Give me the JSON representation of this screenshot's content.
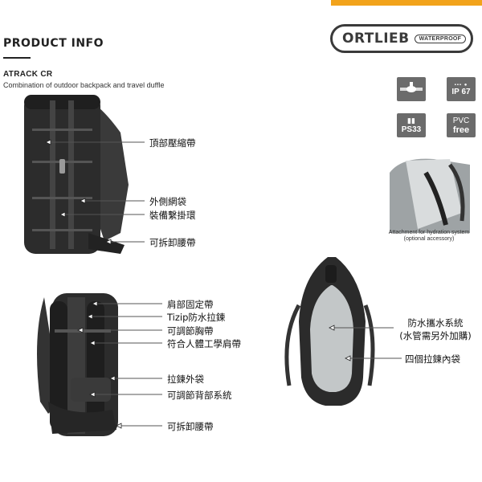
{
  "header": {
    "title": "PRODUCT INFO",
    "product_name": "ATRACK CR",
    "product_desc": "Combination of outdoor backpack and travel duffle"
  },
  "brand": {
    "logo_word": "ORTLIEB",
    "logo_badge": "WATERPROOF"
  },
  "features": {
    "zip_icon": "zipper-icon",
    "ip_label": "IP 67",
    "ps_label": "PS33",
    "pvc_line1": "PVC",
    "pvc_line2": "free"
  },
  "hydration": {
    "caption_line1": "Attachment for hydration system",
    "caption_line2": "(optional accessory)"
  },
  "front_labels": {
    "compression": "頂部壓縮帶",
    "mesh_pocket": "外側網袋",
    "loops": "裝備繫掛環",
    "hip_belt": "可拆卸腰帶"
  },
  "back_labels": {
    "shoulder_fix": "肩部固定帶",
    "tizip": "Tizip防水拉鍊",
    "chest_strap": "可調節胸帶",
    "ergo_straps": "符合人體工學肩帶",
    "zip_pocket": "拉鍊外袋",
    "back_system": "可調節背部系統",
    "hip_belt": "可拆卸腰帶"
  },
  "open_labels": {
    "hydration_line1": "防水攜水系統",
    "hydration_line2": "(水管需另外加購)",
    "inner_pockets": "四個拉鍊內袋"
  },
  "colors": {
    "accent": "#f2a31b",
    "icon_bg": "#6b6b6b",
    "bag_dark": "#2c2c2c",
    "interior": "#bfc3c4"
  }
}
